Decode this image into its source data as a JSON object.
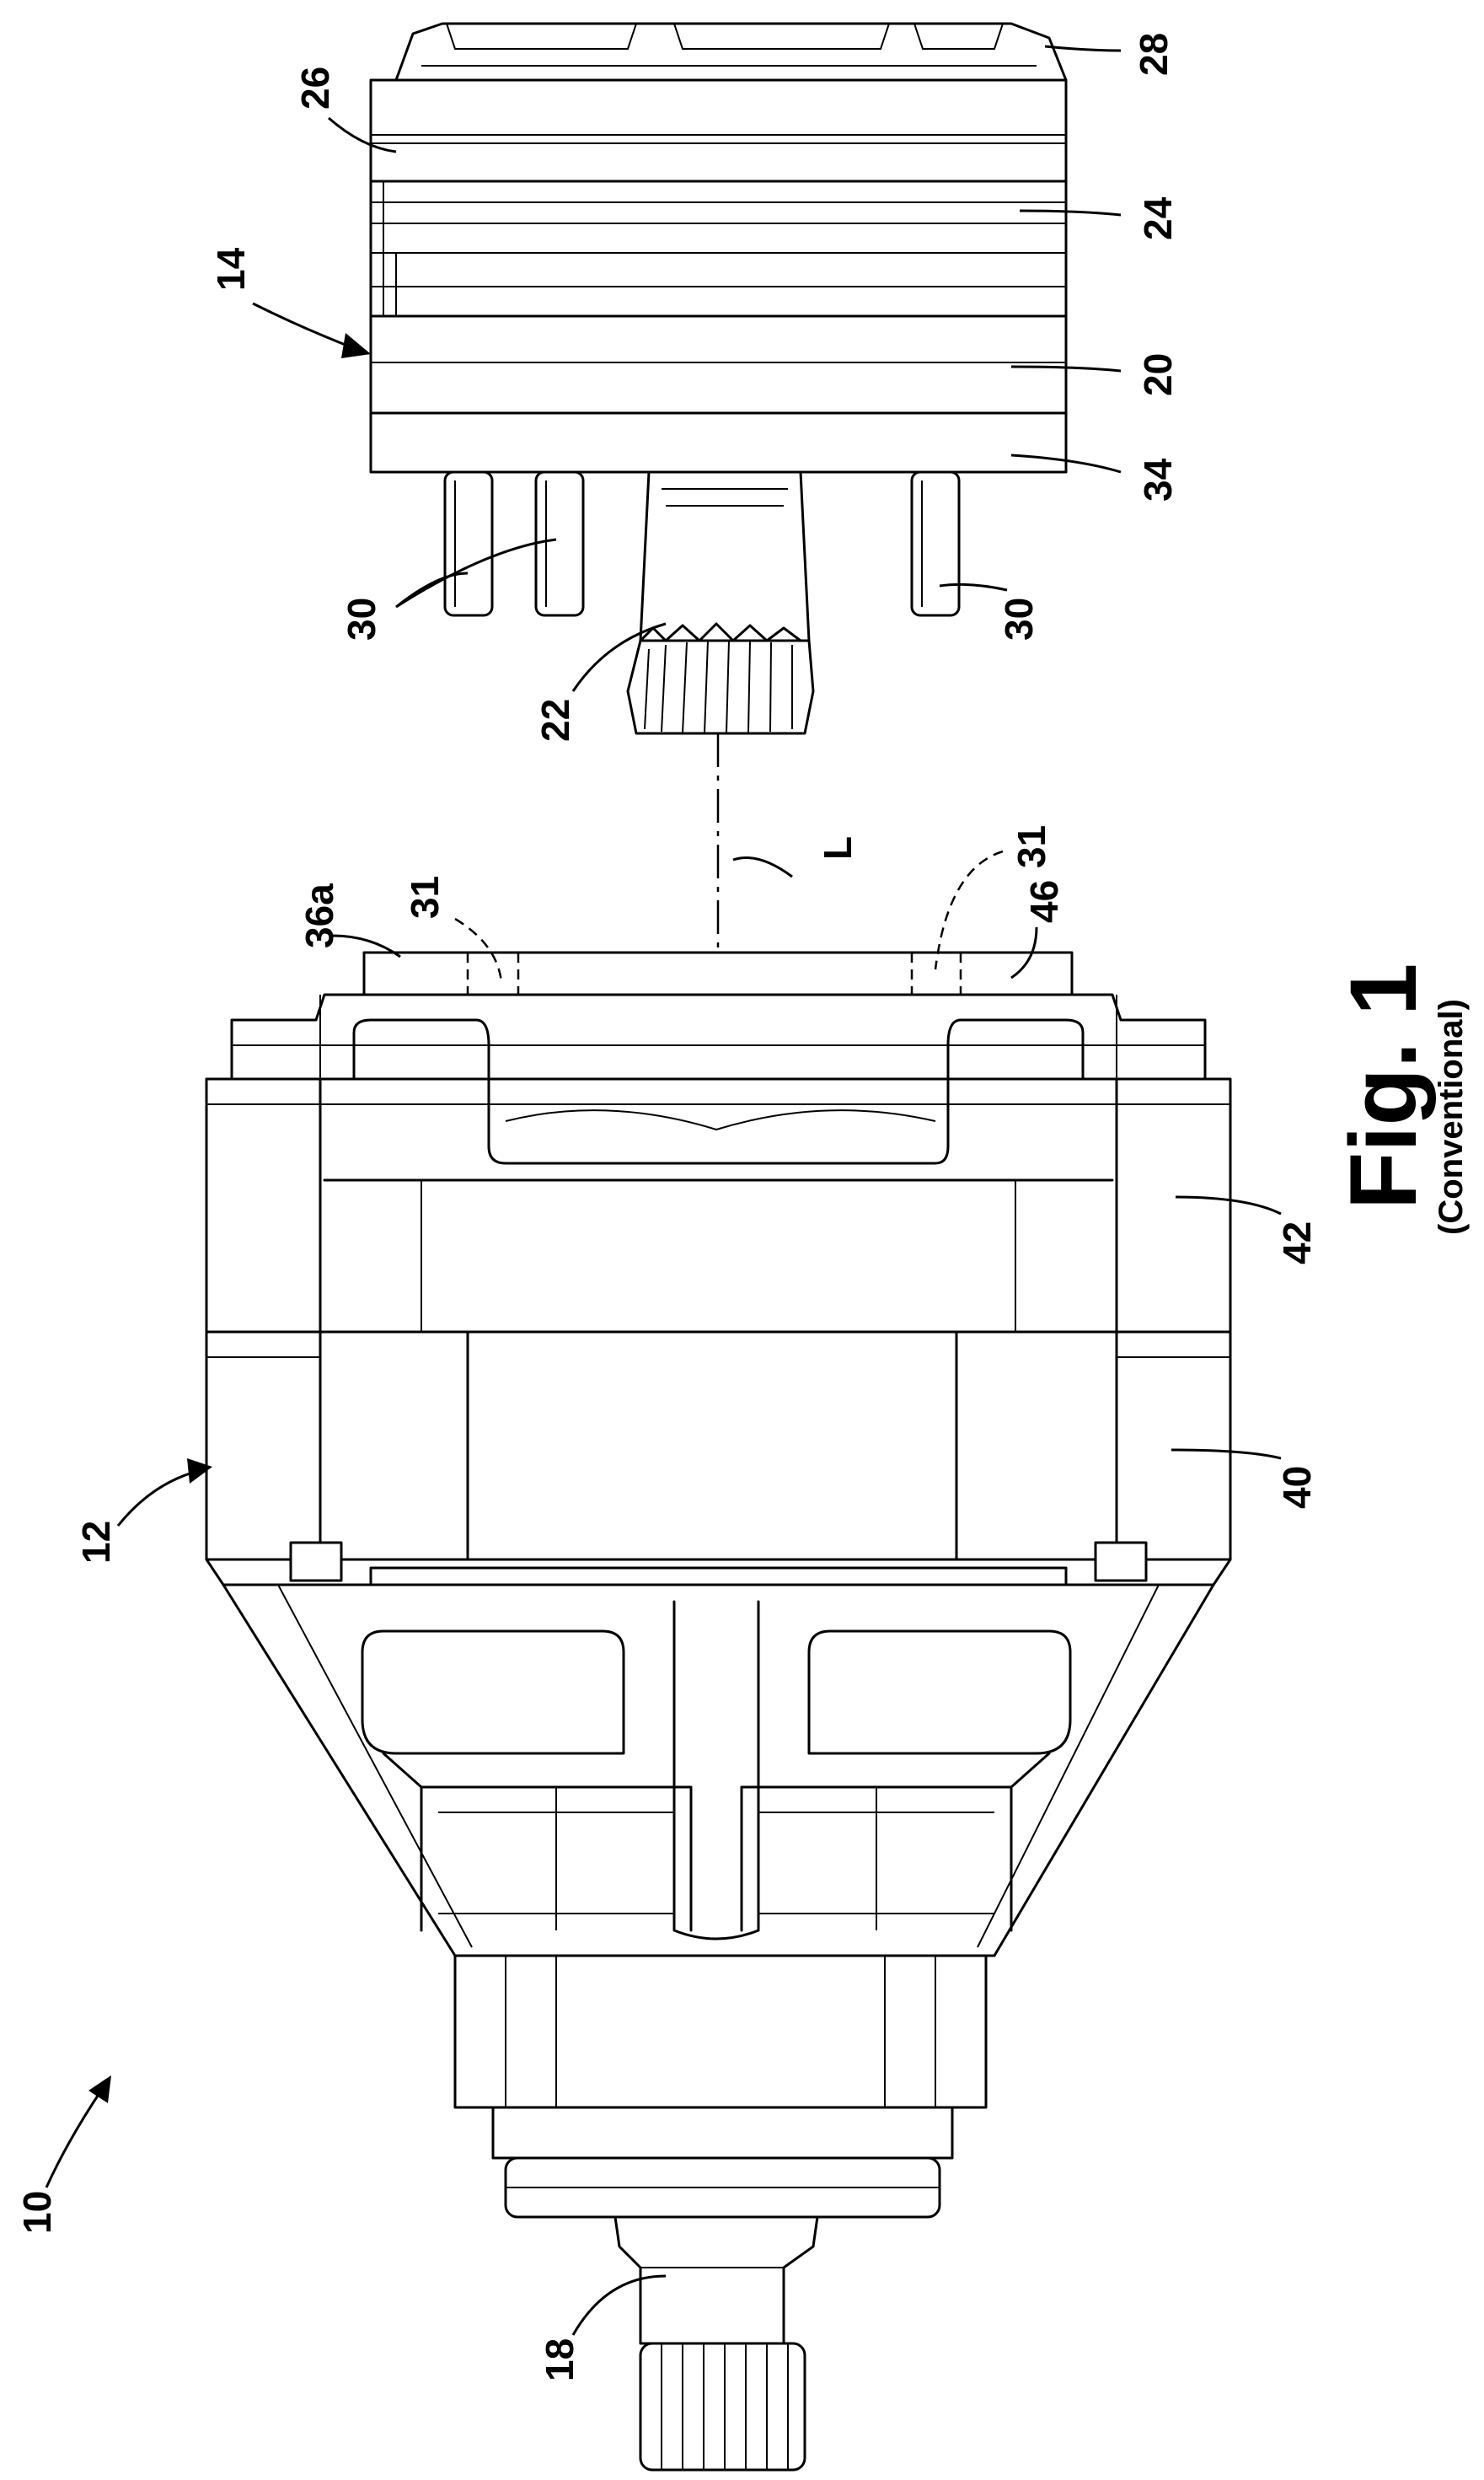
{
  "figure": {
    "title": "Fig. 1",
    "subtitle": "(Conventional)"
  },
  "labels": {
    "n10": "10",
    "n12": "12",
    "n14": "14",
    "n18": "18",
    "n20": "20",
    "n22": "22",
    "n24": "24",
    "n26": "26",
    "n28": "28",
    "n30a": "30",
    "n30b": "30",
    "n31a": "31",
    "n31b": "31",
    "n34": "34",
    "n36a": "36a",
    "n40": "40",
    "n42": "42",
    "n46": "46",
    "axisL": "L"
  }
}
